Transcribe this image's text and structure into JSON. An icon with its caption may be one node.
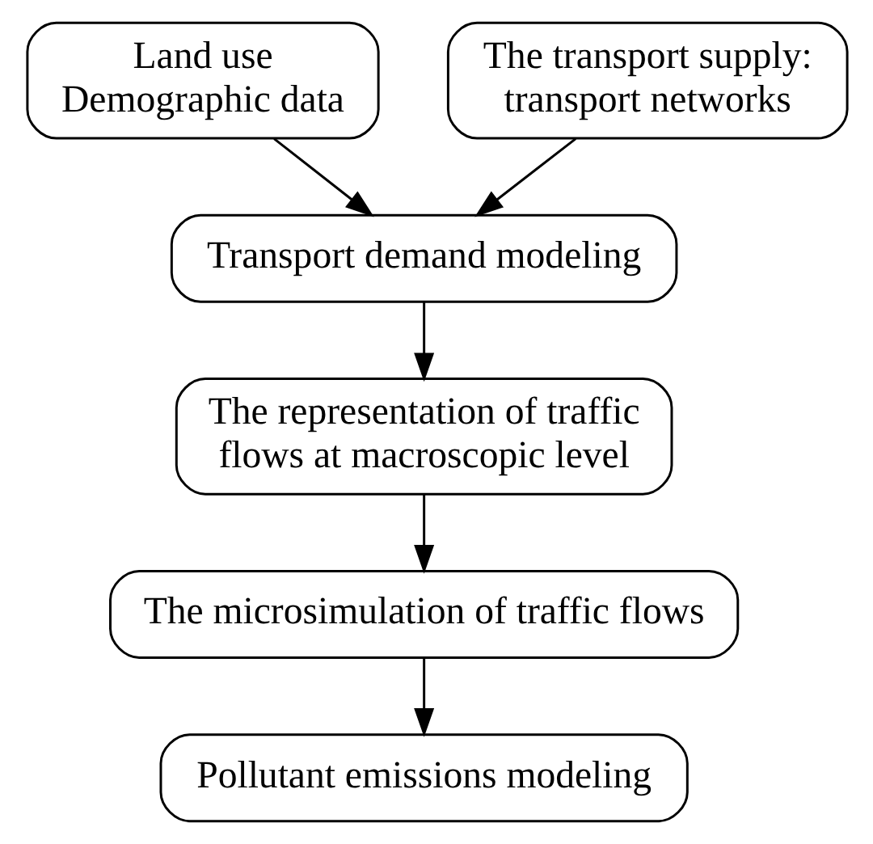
{
  "diagram": {
    "nodes": [
      {
        "text": [
          "Land use",
          "Demographic data"
        ]
      },
      {
        "text": [
          "The transport supply: transport networks"
        ]
      },
      {
        "text": [
          "Transport demand modeling"
        ]
      },
      {
        "text": [
          "The representation of traffic flows at macroscopic level"
        ]
      },
      {
        "text": [
          "The microsimulation of traffic flows"
        ]
      },
      {
        "text": [
          "Pollutant emissions modeling"
        ]
      }
    ],
    "edges": [
      {
        "from": 0,
        "to": 2,
        "arrow": "to"
      },
      {
        "from": 1,
        "to": 2,
        "arrow": "to"
      },
      {
        "from": 2,
        "to": 3,
        "arrow": "to"
      },
      {
        "from": 3,
        "to": 4,
        "arrow": "to"
      },
      {
        "from": 4,
        "to": 5,
        "arrow": "to"
      }
    ]
  }
}
